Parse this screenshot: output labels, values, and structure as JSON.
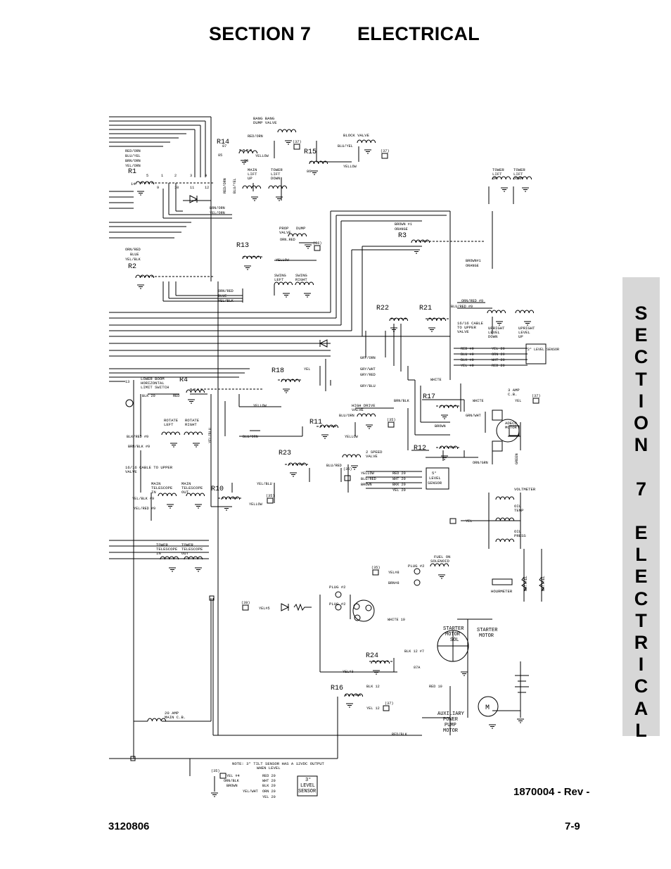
{
  "header": {
    "section": "SECTION 7",
    "title": "ELECTRICAL"
  },
  "side_tab": "SECTION 7 ELECTRICAL",
  "footer": {
    "drawing_number": "1870004 - Rev -",
    "doc_number": "3120806",
    "page": "7-9"
  },
  "relays": {
    "r14": "R14",
    "r15": "R15",
    "r1": "R1",
    "r13": "R13",
    "r2": "R2",
    "r3": "R3",
    "r22": "R22",
    "r21": "R21",
    "r4": "R4",
    "r18": "R18",
    "r17": "R17",
    "r11": "R11",
    "r12": "R12",
    "r23": "R23",
    "r10": "R10",
    "r24": "R24",
    "r16": "R16"
  },
  "components": {
    "bang_bang": "BANG BANG",
    "dump_valve": "DUMP VALVE",
    "block_valve": "BLOCK VALVE",
    "main_lift_1": "MAIN",
    "main_lift_2": "LIFT",
    "main_lift_3": "UP",
    "tower_lift_1": "TOWER",
    "tower_lift_2": "LIFT",
    "tower_lift_3": "DOWN",
    "tower_up_1": "TOWER",
    "tower_up_2": "LIFT",
    "tower_up_3": "UP",
    "tower_down_1": "TOWER",
    "tower_down_2": "LIFT",
    "tower_down_3": "DOWN",
    "prop_1": "PROP",
    "prop_2": "DUMP",
    "prop_3": "VALVE",
    "swing_left_1": "SWING",
    "swing_left_2": "LEFT",
    "swing_right_1": "SWING",
    "swing_right_2": "RIGHT",
    "cable_upper_1": "16/16 CABLE",
    "cable_upper_2": "TO UPPER",
    "cable_upper_3": "VALVE",
    "upright_down_1": "UPRIGHT",
    "upright_down_2": "LEVEL",
    "upright_down_3": "DOWN",
    "upright_up_1": "UPRIGHT",
    "upright_up_2": "LEVEL",
    "upright_up_3": "UP",
    "level_sensor_2": "2° LEVEL SENSOR",
    "lower_boom_1": "LOWER BOOM",
    "lower_boom_2": "HORIZONTAL",
    "lower_boom_3": "LIMIT SWITCH",
    "amp3_1": "3 AMP",
    "amp3_2": "C.B.",
    "adeco_1": "ADECO",
    "adeco_2": "MOTOR",
    "high_drive_1": "HIGH DRIVE",
    "high_drive_2": "VALVE",
    "rotate_left_1": "ROTATE",
    "rotate_left_2": "LEFT",
    "rotate_right_1": "ROTATE",
    "rotate_right_2": "RIGHT",
    "speed2_1": "2 SPEED",
    "speed2_2": "VALVE",
    "level5_1": "5°",
    "level5_2": "LEVEL",
    "level5_3": "SENSOR",
    "cable16_1": "16/16 CABLE TO UPPER",
    "cable16_2": "VALVE",
    "mt_in_1": "MAIN",
    "mt_in_2": "TELESCOPE",
    "mt_in_3": "IN",
    "mt_out_1": "MAIN",
    "mt_out_2": "TELESCOPE",
    "mt_out_3": "OUT",
    "voltmeter": "VOLTMETER",
    "oil_temp_1": "OIL",
    "oil_temp_2": "TEMP",
    "oil_press_1": "OIL",
    "oil_press_2": "PRESS",
    "tt_in_1": "TOWER",
    "tt_in_2": "TELESCOPE",
    "tt_in_3": "IN",
    "tt_out_1": "TOWER",
    "tt_out_2": "TELESCOPE",
    "tt_out_3": "OUT",
    "fuel_1": "FUEL ON",
    "fuel_2": "SOLENOID",
    "hourmeter": "HOURMETER",
    "plug2a": "PLUG #2",
    "plug2b": "PLUG #2",
    "plug2c": "PLUG #2",
    "starter_sol_1": "STARTER",
    "starter_sol_2": "MOTOR",
    "starter_sol_3": "SOL",
    "starter_mtr_1": "STARTER",
    "starter_mtr_2": "MOTOR",
    "aux_1": "AUXILIARY",
    "aux_2": "POWER",
    "aux_3": "PUMP",
    "aux_4": "MOTOR",
    "cb20_1": "20 AMP",
    "cb20_2": "MAIN C.B.",
    "note_1": "NOTE: 3° TILT SENSOR HAS A 12VDC OUTPUT",
    "note_2": "WHEN LEVEL",
    "level3_1": "3°",
    "level3_2": "LEVEL",
    "level3_3": "SENSOR",
    "motor_m": "M"
  },
  "wires": {
    "red_orn": "RED/ORN",
    "blu_yel": "BLU/YEL",
    "brn_orn": "BRN/ORN",
    "yel_orn": "YEL/ORN",
    "red_orn2": "RED/ORN",
    "yellow_a": "YELLOW",
    "yellow_b": "YELLOW",
    "blu_yel2": "BLU/YEL",
    "brn_orn2": "BRN/ORN",
    "yel_orn2": "YEL/ORN",
    "red_orn_v": "RED/ORN",
    "blu_yel_v": "BLU/YEL",
    "orn_red": "ORN/RED",
    "blue": "BLUE",
    "yel_blk": "YEL/BLK",
    "orn_red_p": "ORN.RED",
    "yellow_c": "YELLOW",
    "orn_red2": "ORN/RED",
    "blue2": "BLUE",
    "yel_blk2": "YEL/BLK",
    "brown1": "BROWN #1",
    "orange": "ORANGE",
    "brown1b": "BROWN#1",
    "orange2": "ORANGE",
    "orn_red9": "ORN/RED #9",
    "blu_red9": "BLU/RED #9",
    "red9": "RED #9",
    "blu9": "BLU #9",
    "blk9": "BLK #9",
    "yel9": "YEL #9",
    "yel20": "YEL 20",
    "orn20": "ORN 20",
    "wht20": "WHT 20",
    "red20": "RED 20",
    "gry_orn": "GRY/ORN",
    "gry_wht": "GRY/WHT",
    "gry_red": "GRY/RED",
    "gry_blu": "GRY/BLU",
    "yel_r18": "YEL",
    "blk20": "BLK 20",
    "red_r4": "RED",
    "yellow_r4": "YELLOW",
    "white_a": "WHITE",
    "white_b": "WHITE",
    "yel_cb": "YEL",
    "brn_blk": "BRN/BLK",
    "brown_a": "BROWN",
    "grn_wht": "GRN/WHT",
    "orn_grn": "ORN/GRN",
    "green": "GREEN",
    "blu_orn": "BLU/ORN",
    "blu_orn2": "BLU/ORN",
    "yellow_d": "YELLOW",
    "yel_blu": "YEL/BLU",
    "blk_red9": "BLK/RED #9",
    "brn_blk9": "BRN/BLK #9",
    "blu_red": "BLU/RED",
    "yellow_e": "YELLOW",
    "blu_red2": "BLU/RED",
    "brown_b": "BROWN",
    "red20b": "RED 20",
    "wht20b": "WHT 20",
    "bkk20": "BKK 20",
    "yel20b": "YEL 20",
    "yel_blu2": "YEL/BLU",
    "yel_blk9": "YEL/BLK #9",
    "yel_red9": "YEL/RED #9",
    "yellow_f": "YELLOW",
    "yel_volt": "YEL",
    "yel8": "YEL#8",
    "brn8": "BRN#8",
    "yel5": "YEL#5",
    "white10": "WHITE 10",
    "blk12_7": "BLK 12 #7",
    "yel3": "YEL#3",
    "blk12": "BLK 12",
    "yel12": "YEL 12",
    "red10": "RED 10",
    "red_blk": "RED/BLK",
    "yel4": "YEL #4",
    "orn_blk": "ORN/BLK",
    "brown_c": "BROWN",
    "red20c": "RED 20",
    "wht20c": "WHT 20",
    "blk20c": "BLK 20",
    "orn20c": "ORN 20",
    "yel20c": "YEL 20",
    "yel_wht": "YEL/WHT",
    "yel_blk_v": "WHT/YEL",
    "wht_yel": "WHT/YEL"
  },
  "refs": {
    "r37a": "(37)",
    "r37b": "(37)",
    "r36": "(36)",
    "r35a": "(35)",
    "r37c": "(37)",
    "r35b": "(35)",
    "r35c": "(35)",
    "r35d": "(35)",
    "r39": "(39)",
    "r37d": "(37)",
    "r35e": "(35)"
  },
  "terminals": {
    "t85": "85",
    "t86": "86",
    "t87": "87",
    "t87a": "87A",
    "t30": "30",
    "t14": "14",
    "t11": "11",
    "t12": "12",
    "t13": "13",
    "t9": "9",
    "t10": "10",
    "n1": "1",
    "n2": "2",
    "n3": "3",
    "n4": "4",
    "n5": "5"
  }
}
